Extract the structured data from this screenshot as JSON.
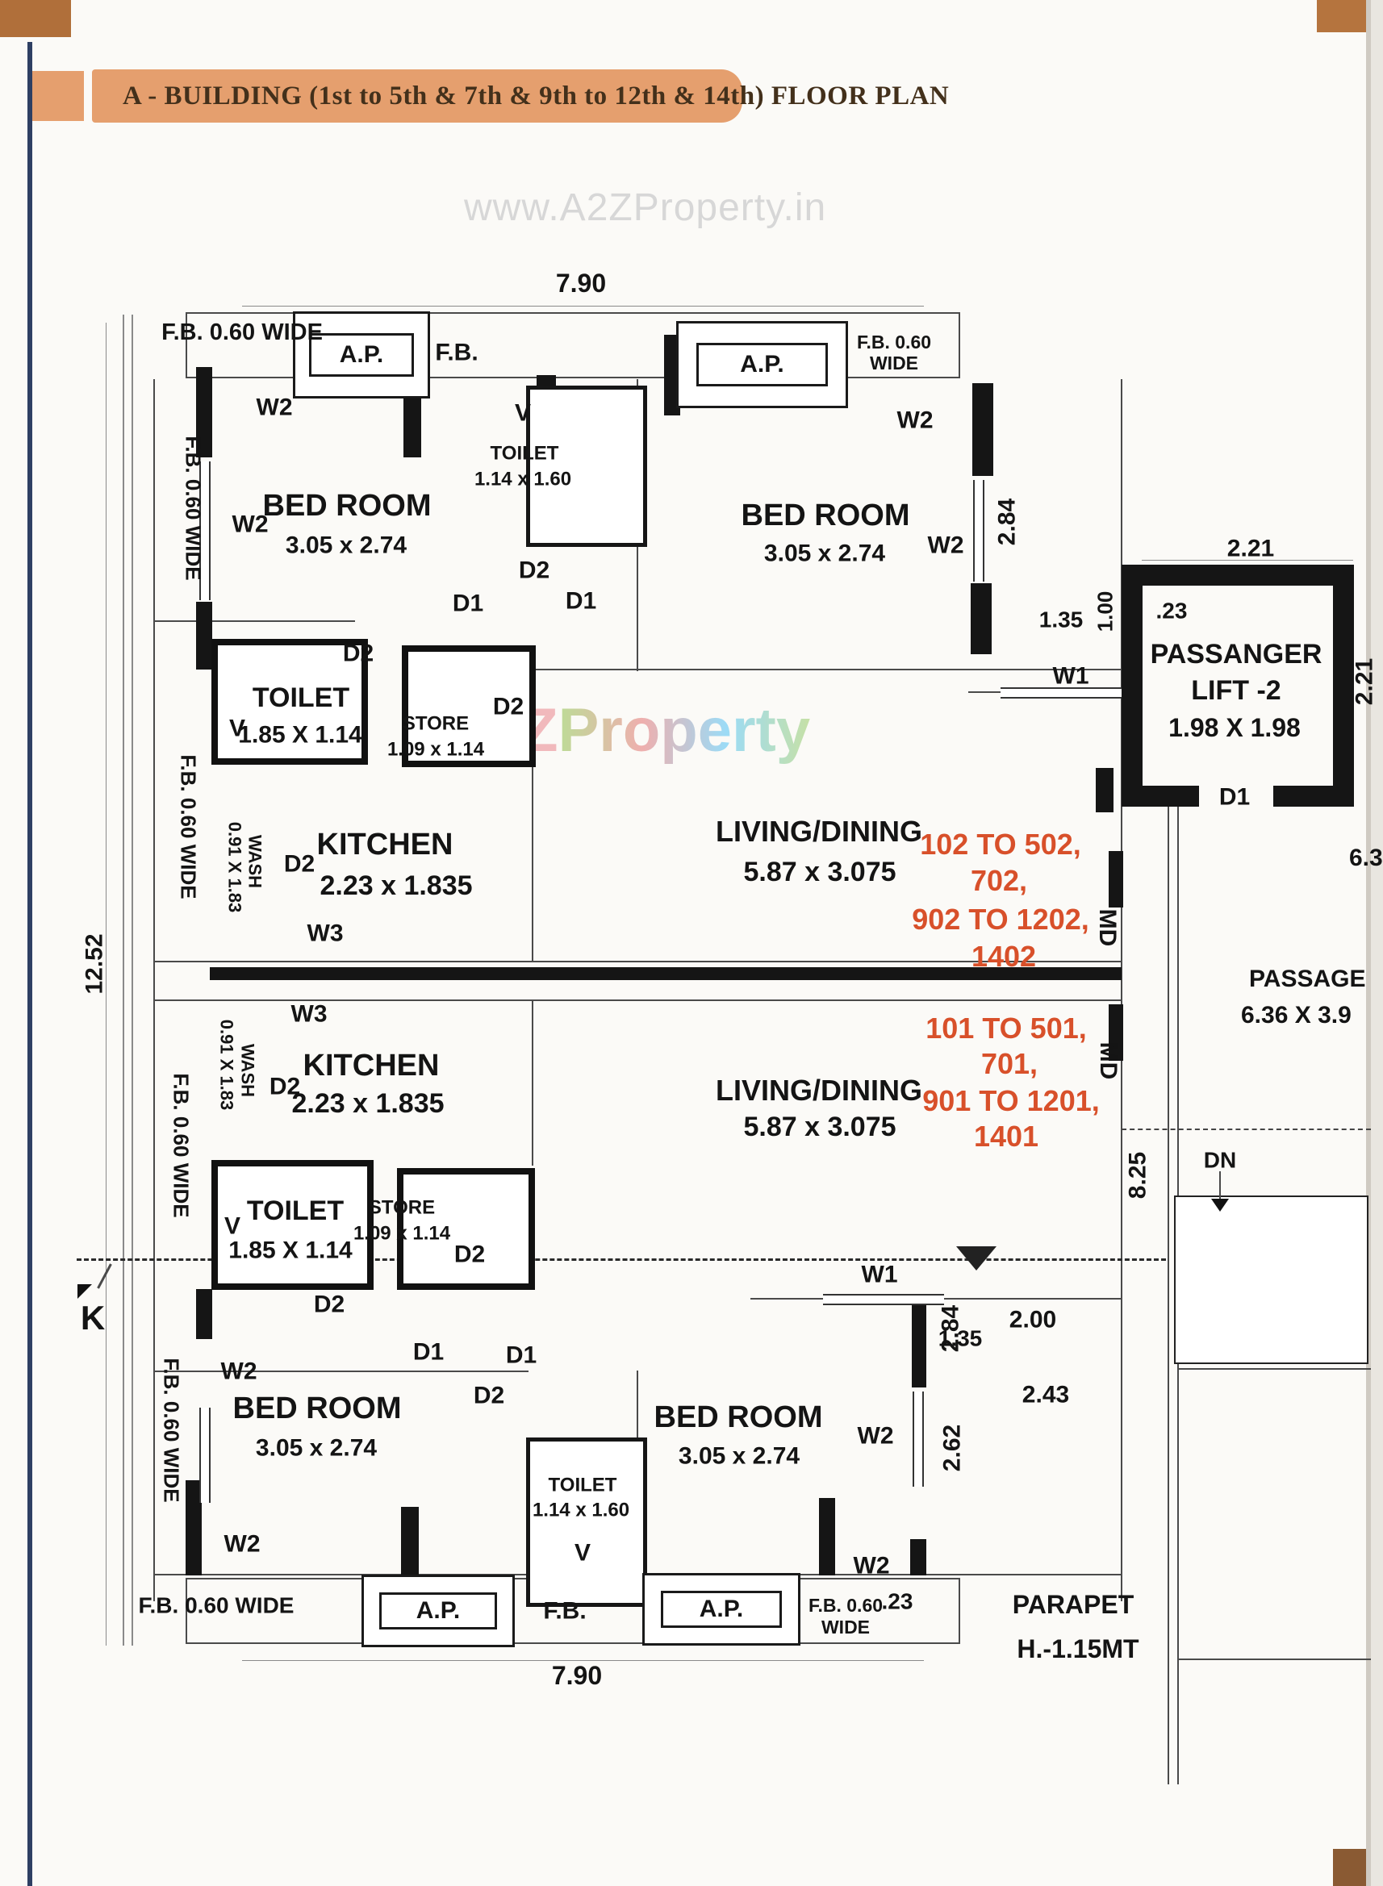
{
  "header": {
    "title": "A - BUILDING (1st to 5th & 7th & 9th to 12th & 14th) FLOOR PLAN"
  },
  "watermark": {
    "url": "www.A2ZProperty.in",
    "brand_a2z": "A2Z",
    "brand_prop": "Property"
  },
  "balcony": {
    "fb_wide": "F.B. 0.60 WIDE",
    "fb": "F.B.",
    "fb_060": "F.B. 0.60",
    "wide": "WIDE",
    "ap": "A.P."
  },
  "rooms": {
    "bedroom": {
      "name": "BED ROOM",
      "dims": "3.05 x 2.74"
    },
    "toilet_small": {
      "name": "TOILET",
      "dims": "1.14 x 1.60"
    },
    "toilet": {
      "name": "TOILET",
      "dims": "1.85 X 1.14"
    },
    "store": {
      "name": "STORE",
      "dims": "1.09 x 1.14"
    },
    "kitchen": {
      "name": "KITCHEN",
      "dims": "2.23 x 1.835"
    },
    "living": {
      "name": "LIVING/DINING",
      "dims": "5.87 x 3.075"
    },
    "wash": {
      "name": "WASH",
      "dims": "0.91 X 1.83"
    },
    "lift": {
      "line1": "PASSANGER",
      "line2": "LIFT -2",
      "dims": "1.98 X 1.98"
    },
    "passage": {
      "name": "PASSAGE",
      "dims": "6.36 X 3.9"
    },
    "parapet": {
      "name": "PARAPET",
      "height": "H.-1.15MT"
    }
  },
  "flats_upper": {
    "l1": "102 TO 502,",
    "l2": "702,",
    "l3": "902 TO 1202,",
    "l4": "1402"
  },
  "flats_lower": {
    "l1": "101 TO 501,",
    "l2": "701,",
    "l3": "901 TO 1201,",
    "l4": "1401"
  },
  "markers": {
    "w1": "W1",
    "w2": "W2",
    "w3": "W3",
    "d1": "D1",
    "d2": "D2",
    "v": "V",
    "md": "MD",
    "dn": "DN",
    "k": "K"
  },
  "dims": {
    "d790": "7.90",
    "d1252": "12.52",
    "d284": "2.84",
    "d135": "1.35",
    "d100": "1.00",
    "d221": "2.21",
    "d23": ".23",
    "d825": "8.25",
    "d200": "2.00",
    "d243": "2.43",
    "d262": "2.62",
    "d63": "6.3"
  }
}
